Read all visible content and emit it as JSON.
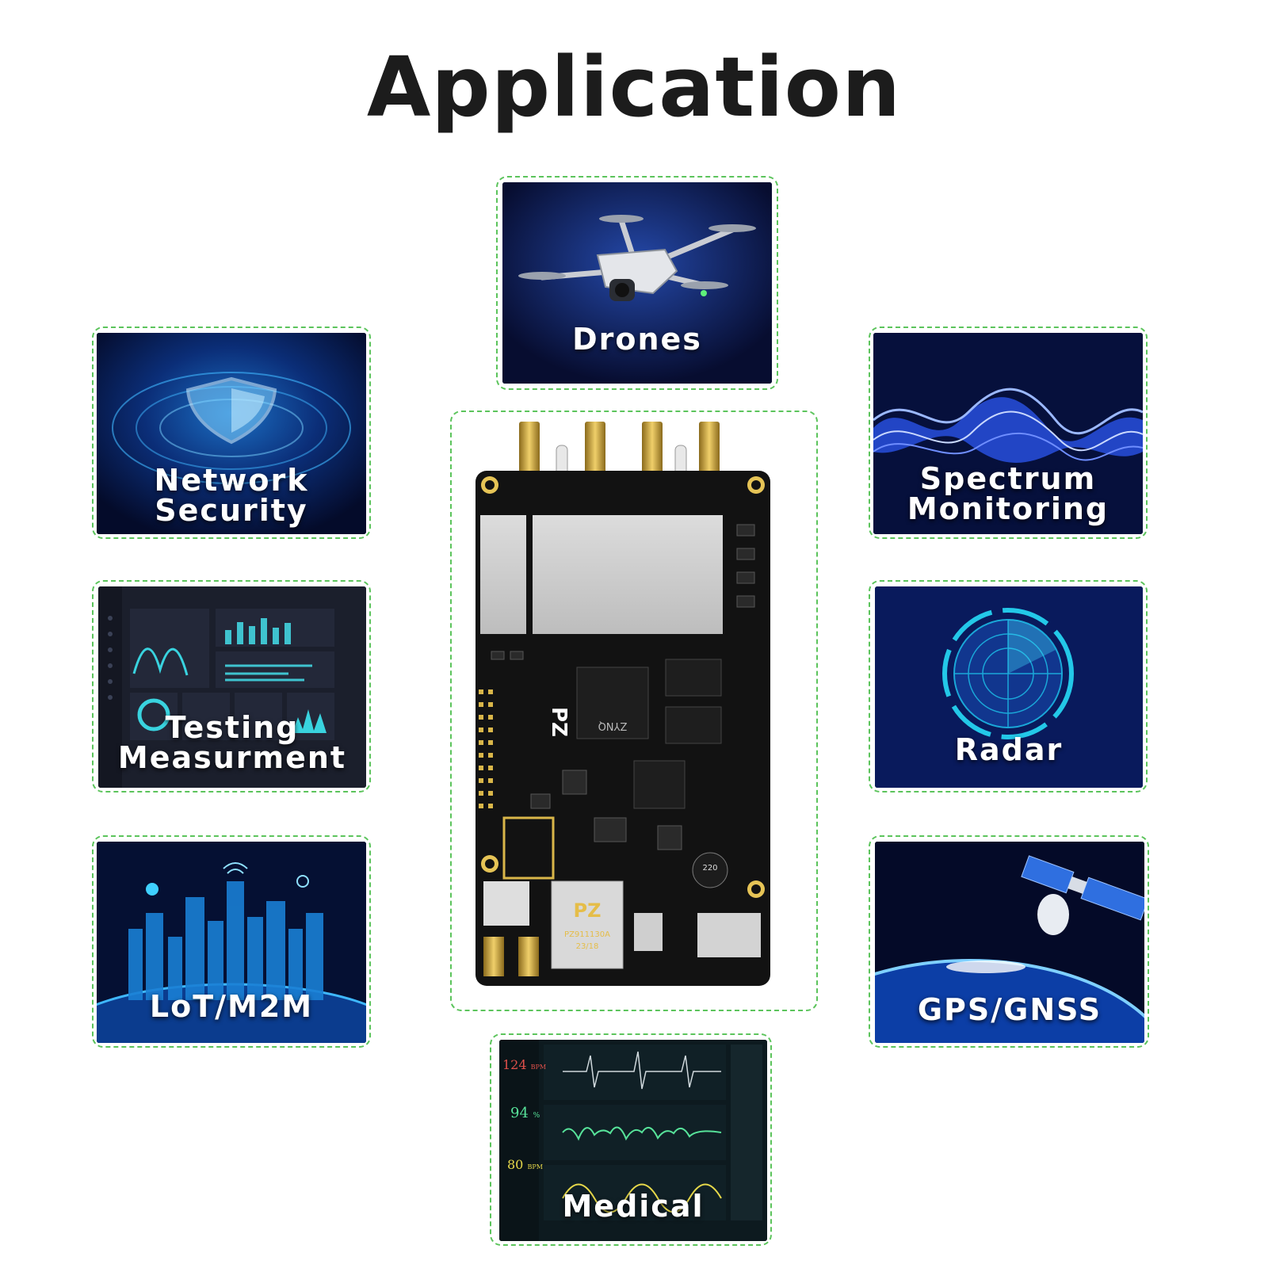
{
  "page": {
    "title": "Application"
  },
  "colors": {
    "frame": "#5cc45c",
    "card_dark": "#050a26",
    "card_mid": "#1f3f9a",
    "text": "#1c1c1c"
  },
  "cards": {
    "drones": {
      "label": "Drones",
      "icon": "drone-icon"
    },
    "network_security": {
      "line1": "Network",
      "line2": "Security",
      "icon": "shield-icon"
    },
    "spectrum_monitoring": {
      "line1": "Spectrum",
      "line2": "Monitoring",
      "icon": "waveform-icon"
    },
    "testing_measurement": {
      "line1": "Testing",
      "line2": "Measurment",
      "icon": "dashboard-icon"
    },
    "radar": {
      "label": "Radar",
      "icon": "radar-icon"
    },
    "iot_m2m": {
      "label": "LoT/M2M",
      "icon": "city-icon"
    },
    "gps_gnss": {
      "label": "GPS/GNSS",
      "icon": "satellite-icon"
    },
    "medical": {
      "label": "Medical",
      "icon": "ecg-monitor-icon",
      "readings": [
        "124",
        "94",
        "80"
      ],
      "reading_units": [
        "BPM",
        "%",
        "BPM"
      ]
    }
  },
  "board": {
    "icon": "circuit-board-icon",
    "brand": "PZ",
    "chip_label": "ZYNQ",
    "jack_code": "PZ911130A",
    "jack_sub": "23/18",
    "cap_label": "220"
  }
}
